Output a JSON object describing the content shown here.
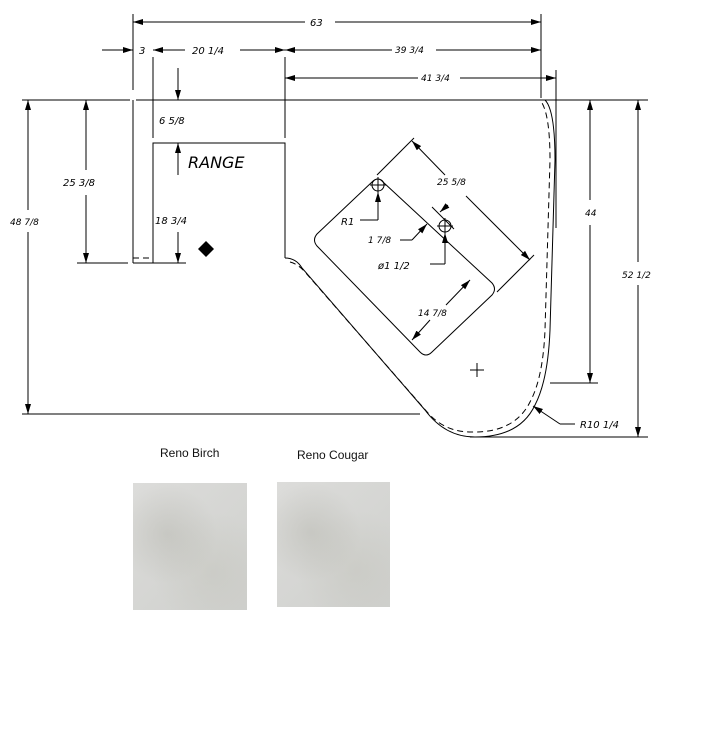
{
  "drawing": {
    "dimensions": {
      "overall_width": "63",
      "left_return": "3",
      "range_width": "20 1/4",
      "right_run": "39 3/4",
      "right_run_outer": "41 3/4",
      "range_setback": "6 5/8",
      "range_label": "RANGE",
      "left_depth": "25 3/8",
      "range_depth": "18 3/4",
      "overall_depth_left": "48 7/8",
      "right_depth": "44",
      "overall_depth_right": "52 1/2",
      "corner_radius": "R10 1/4",
      "sink_length": "25 5/8",
      "sink_width": "14 7/8",
      "sink_radius": "R1",
      "hole_offset": "1 7/8",
      "hole_diameter": "ø1 1/2"
    }
  },
  "samples": [
    {
      "name": "Reno Birch",
      "color": "#d6d6d3"
    },
    {
      "name": "Reno Cougar",
      "color": "#d3d4d1"
    }
  ]
}
